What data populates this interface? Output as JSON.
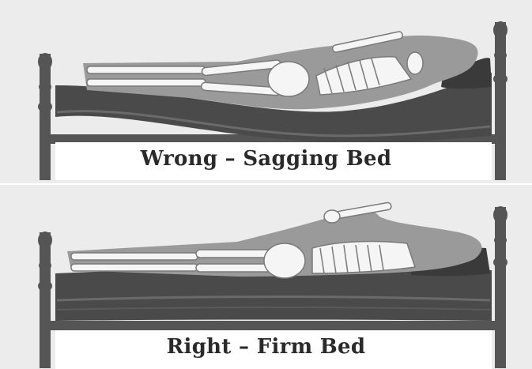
{
  "panels": [
    {
      "id": "wrong",
      "caption": "Wrong – Sagging Bed"
    },
    {
      "id": "right",
      "caption": "Right – Firm Bed"
    }
  ],
  "colors": {
    "background": "#ececec",
    "bed_frame": "#555555",
    "mattress_dark": "#4a4a4a",
    "mattress_mid": "#666666",
    "body_silhouette": "#9a9a9a",
    "bone": "#f5f5f5",
    "caption_text": "#2a2a2a",
    "caption_box": "#ffffff"
  }
}
